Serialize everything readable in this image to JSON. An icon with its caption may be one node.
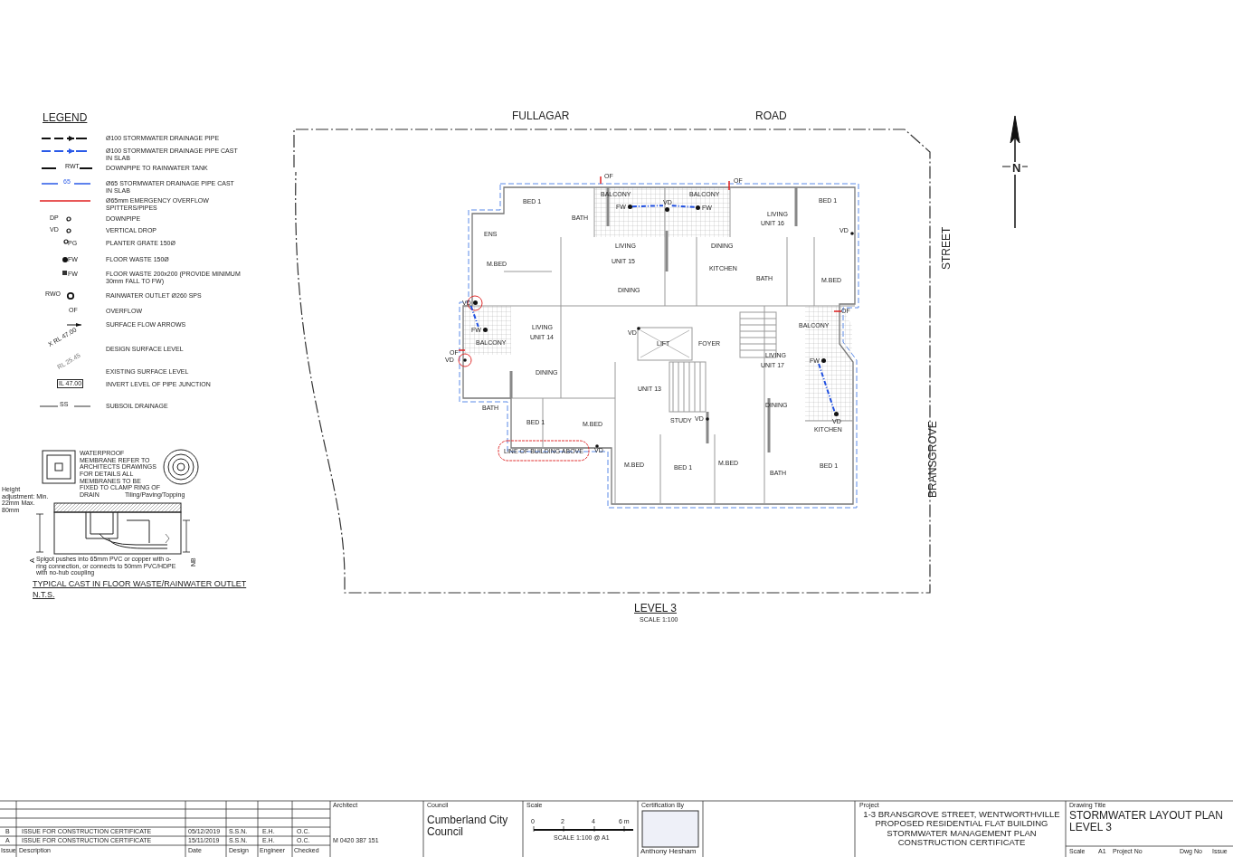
{
  "diagram": {
    "nodes": [
      {
        "text": [
          "FW"
        ]
      },
      {
        "text": [
          "VD"
        ]
      },
      {
        "text": [
          "FW"
        ]
      },
      {
        "text": [
          "VD"
        ]
      },
      {
        "text": [
          "FW"
        ]
      },
      {
        "text": [
          "FW"
        ]
      },
      {
        "text": [
          "VD"
        ]
      },
      {
        "text": [
          "LINE OF BUILDING ABOVE"
        ]
      }
    ],
    "edges": [
      {
        "from": 0,
        "to": 1,
        "arrow": "none",
        "style": "dashed"
      },
      {
        "from": 1,
        "to": 2,
        "arrow": "none",
        "style": "dashed"
      },
      {
        "from": 3,
        "to": 4,
        "arrow": "none",
        "style": "dashed"
      },
      {
        "from": 5,
        "to": 6,
        "arrow": "none",
        "style": "dashed"
      }
    ],
    "labels": [
      "LEGEND",
      "RWT",
      "65",
      "DP",
      "VD",
      "PG",
      "FW",
      "FW",
      "RWO",
      "OF",
      "X RL 47.00",
      "RL 25.45",
      "IL 47.00",
      "SS",
      "WATERPROOF MEMBRANE REFER TO ARCHITECTS DRAWINGS FOR DETAILS ALL MEMBRANES TO BE FIXED TO CLAMP RING OF DRAIN",
      "Tiling/Paving/Topping",
      "Height adjustment: Min. 22mm Max. 80mm",
      "A",
      "NB",
      "Spigot pushes into 65mm PVC or copper with o-ring connection, or connects to 50mm PVC/HDPE with no-hub coupling",
      "TYPICAL CAST IN FLOOR WASTE/RAINWATER OUTLET",
      "N.T.S.",
      "FULLAGAR",
      "ROAD",
      "STREET",
      "BRANSGROVE",
      "N",
      "LEVEL 3",
      "SCALE 1:100",
      "OF",
      "OF",
      "OF",
      "OF",
      "BED 1",
      "BATH",
      "BALCONY",
      "BALCONY",
      "BED 1",
      "ENS",
      "LIVING",
      "UNIT 15",
      "M.BED",
      "DINING",
      "LIVING",
      "UNIT 16",
      "DINING",
      "KITCHEN",
      "BATH",
      "M.BED",
      "VD",
      "LIVING",
      "UNIT 14",
      "BALCONY",
      "VD",
      "LIFT",
      "FOYER",
      "BALCONY",
      "VD",
      "DINING",
      "UNIT 13",
      "LIVING",
      "UNIT 17",
      "DINING",
      "BATH",
      "BED 1",
      "M.BED",
      "STUDY",
      "VD",
      "KITCHEN",
      "VD",
      "M.BED",
      "BED 1",
      "M.BED",
      "BATH",
      "BED 1",
      "Issue",
      "Description",
      "Date",
      "Design",
      "Engineer",
      "Checked",
      "B",
      "ISSUE FOR CONSTRUCTION CERTIFICATE",
      "05/12/2019",
      "S.S.N.",
      "E.H.",
      "O.C.",
      "A",
      "ISSUE FOR CONSTRUCTION CERTIFICATE",
      "15/11/2019",
      "S.S.N.",
      "E.H.",
      "O.C.",
      "Architect",
      "M 0420 387 151",
      "Council",
      "Cumberland City Council",
      "Scale",
      "0",
      "2",
      "4",
      "6 m",
      "SCALE 1:100 @ A1",
      "Certification By",
      "Anthony Hesham",
      "Project",
      "1-3 BRANSGROVE STREET, WENTWORTHVILLE PROPOSED RESIDENTIAL FLAT BUILDING STORMWATER MANAGEMENT PLAN CONSTRUCTION CERTIFICATE",
      "Drawing Title",
      "STORMWATER LAYOUT PLAN LEVEL 3",
      "Scale",
      "A1",
      "Project No",
      "Dwg No",
      "Issue"
    ],
    "legend": [
      {
        "text": "Ø100 STORMWATER DRAINAGE PIPE"
      },
      {
        "text": "Ø100 STORMWATER DRAINAGE PIPE CAST IN SLAB"
      },
      {
        "text": "DOWNPIPE TO RAINWATER TANK"
      },
      {
        "text": "Ø65 STORMWATER DRAINAGE PIPE CAST IN SLAB"
      },
      {
        "text": "Ø65mm EMERGENCY OVERFLOW SPITTERS/PIPES"
      },
      {
        "text": "DOWNPIPE"
      },
      {
        "text": "VERTICAL DROP"
      },
      {
        "text": "PLANTER GRATE 150Ø"
      },
      {
        "text": "FLOOR WASTE 150Ø"
      },
      {
        "text": "FLOOR WASTE 200x200 (PROVIDE MINIMUM 30mm FALL TO FW)"
      },
      {
        "text": "RAINWATER OUTLET Ø260 SPS"
      },
      {
        "text": "OVERFLOW"
      },
      {
        "text": "SURFACE FLOW ARROWS"
      },
      {
        "text": "DESIGN SURFACE LEVEL"
      },
      {
        "text": "EXISTING SURFACE LEVEL"
      },
      {
        "text": "INVERT LEVEL OF PIPE JUNCTION"
      },
      {
        "text": "SUBSOIL DRAINAGE"
      }
    ]
  }
}
